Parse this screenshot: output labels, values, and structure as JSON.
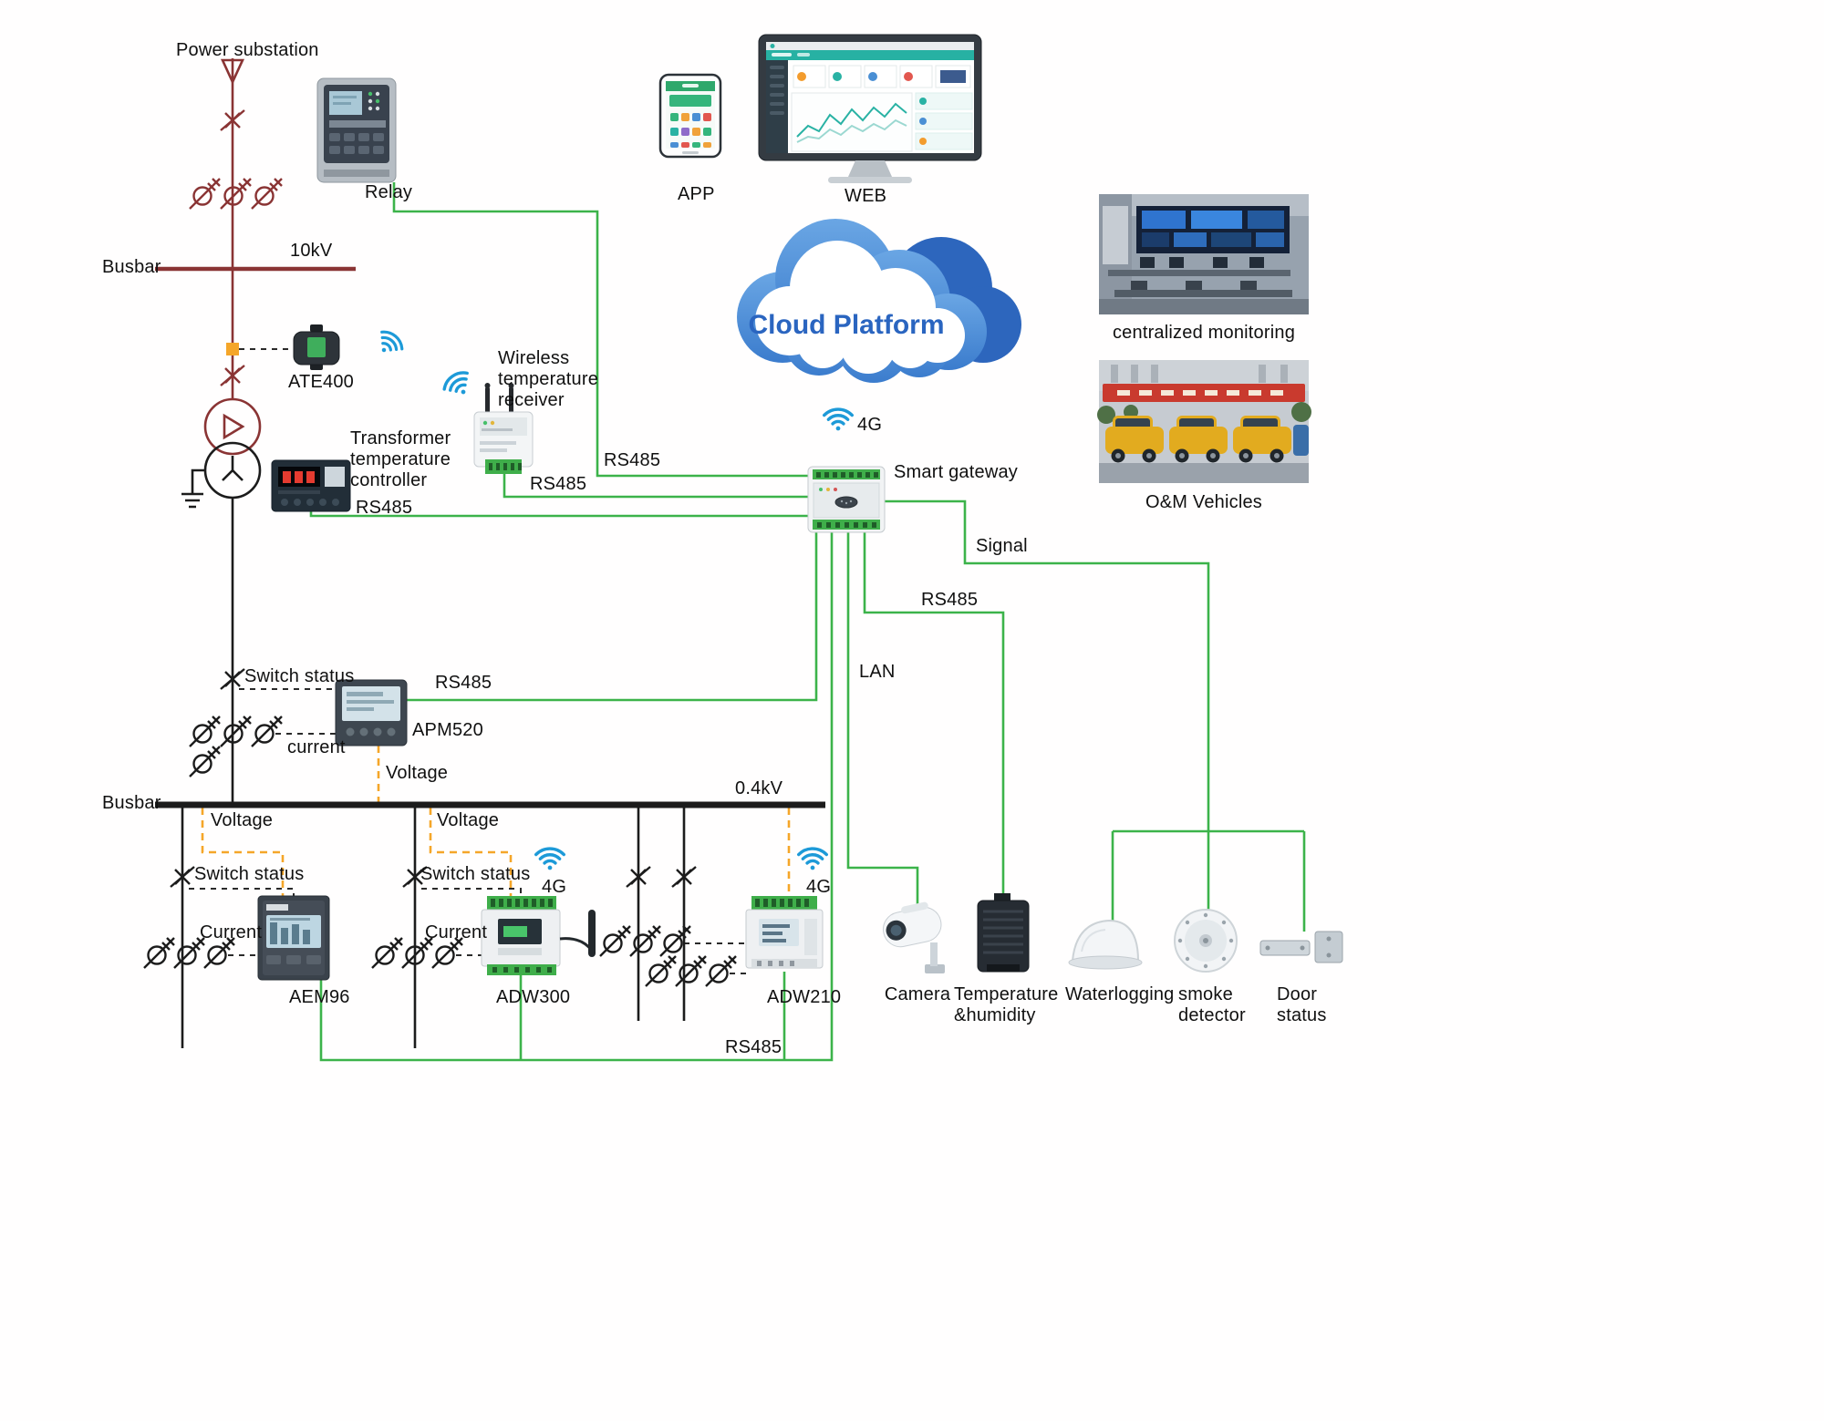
{
  "colors": {
    "green": "#3cb34a",
    "orange": "#f5a629",
    "darkred": "#8a3434",
    "black": "#1c1c1c",
    "wifi": "#1d9ad8",
    "cloudtext": "#2a65c0"
  },
  "labels": {
    "power_substation": "Power substation",
    "relay": "Relay",
    "app": "APP",
    "web": "WEB",
    "cloud": "Cloud Platform",
    "busbar": "Busbar",
    "kv10": "10kV",
    "ate400": "ATE400",
    "wireless_receiver": "Wireless\ntemperature\nreceiver",
    "transformer_controller": "Transformer\ntemperature\ncontroller",
    "rs485": "RS485",
    "g4": "4G",
    "smart_gateway": "Smart gateway",
    "centralized_monitoring": "centralized monitoring",
    "om_vehicles": "O&M Vehicles",
    "signal": "Signal",
    "lan": "LAN",
    "switch_status": "Switch status",
    "apm520": "APM520",
    "current_lower": "current",
    "current": "Current",
    "voltage": "Voltage",
    "kv04": "0.4kV",
    "aem96": "AEM96",
    "adw300": "ADW300",
    "adw210": "ADW210",
    "camera": "Camera",
    "temp_humidity": "Temperature\n&humidity",
    "waterlogging": "Waterlogging",
    "smoke_detector": "smoke\ndetector",
    "door_status": "Door\nstatus"
  }
}
